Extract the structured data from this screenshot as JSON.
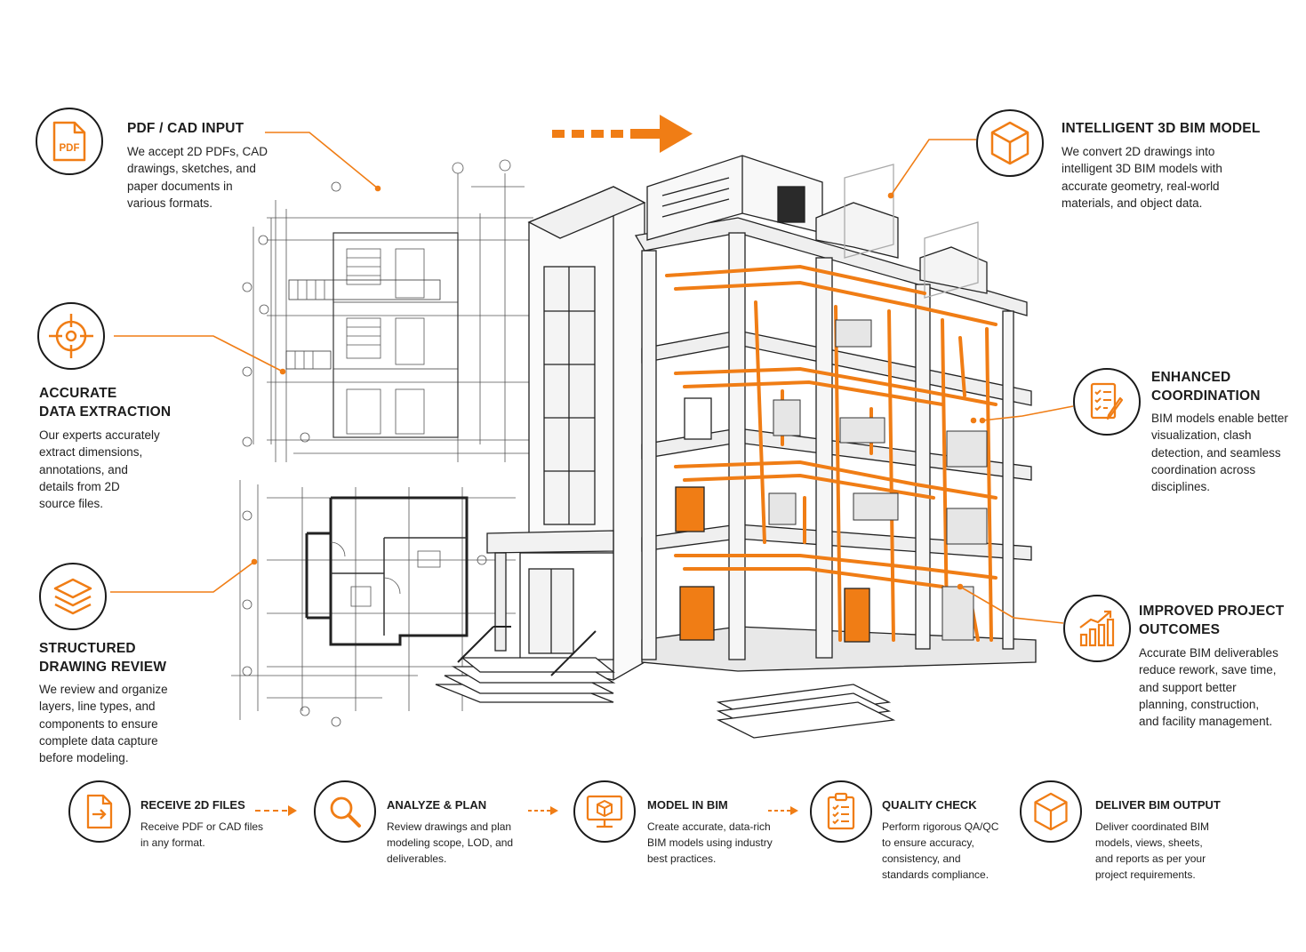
{
  "colors": {
    "accent": "#f07d15",
    "ink": "#1a1a1a"
  },
  "features": {
    "pdf_input": {
      "icon": "pdf-file-icon",
      "title": "PDF / CAD INPUT",
      "desc": "We accept 2D PDFs, CAD\ndrawings, sketches, and\npaper documents in\nvarious formats."
    },
    "extraction": {
      "icon": "target-crosshair-icon",
      "title": "ACCURATE\nDATA EXTRACTION",
      "desc": "Our experts accurately\nextract dimensions,\nannotations, and\ndetails from 2D\nsource files."
    },
    "review": {
      "icon": "layers-icon",
      "title": "STRUCTURED\nDRAWING REVIEW",
      "desc": "We review and organize\nlayers, line types, and\ncomponents to ensure\ncomplete data capture\nbefore modeling."
    },
    "bim_model": {
      "icon": "cube-icon",
      "title": "INTELLIGENT 3D BIM MODEL",
      "desc": "We convert 2D drawings into\nintelligent 3D BIM models with\naccurate geometry, real-world\nmaterials, and object data."
    },
    "coordination": {
      "icon": "checklist-pen-icon",
      "title": "ENHANCED\nCOORDINATION",
      "desc": "BIM models enable better\nvisualization, clash\ndetection, and seamless\ncoordination across\ndisciplines."
    },
    "outcomes": {
      "icon": "growth-chart-icon",
      "title": "IMPROVED PROJECT\nOUTCOMES",
      "desc": "Accurate BIM deliverables\nreduce rework, save time,\nand support better\nplanning, construction,\nand facility management."
    }
  },
  "pdf_badge": "PDF",
  "steps": [
    {
      "icon": "file-import-icon",
      "title": "RECEIVE 2D FILES",
      "desc": "Receive PDF or CAD files\nin any format."
    },
    {
      "icon": "magnifier-icon",
      "title": "ANALYZE & PLAN",
      "desc": "Review drawings and plan\nmodeling scope, LOD, and\ndeliverables."
    },
    {
      "icon": "monitor-cube-icon",
      "title": "MODEL IN BIM",
      "desc": "Create accurate, data-rich\nBIM models using industry\nbest practices."
    },
    {
      "icon": "clipboard-check-icon",
      "title": "QUALITY CHECK",
      "desc": "Perform rigorous QA/QC\nto ensure accuracy,\nconsistency, and\nstandards compliance."
    },
    {
      "icon": "cube-icon",
      "title": "DELIVER BIM OUTPUT",
      "desc": "Deliver coordinated BIM\nmodels, views, sheets,\nand reports as per your\nproject requirements."
    }
  ]
}
